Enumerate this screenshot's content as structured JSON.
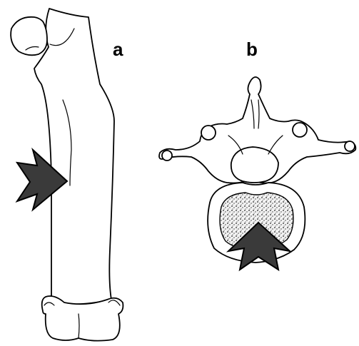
{
  "panels": [
    {
      "label": "a",
      "subject": "femur",
      "arrow_direction": "right"
    },
    {
      "label": "b",
      "subject": "vertebra",
      "arrow_direction": "up"
    }
  ],
  "colors": {
    "line": "#000000",
    "arrow_fill": "#3a3a3a",
    "background": "#ffffff"
  }
}
